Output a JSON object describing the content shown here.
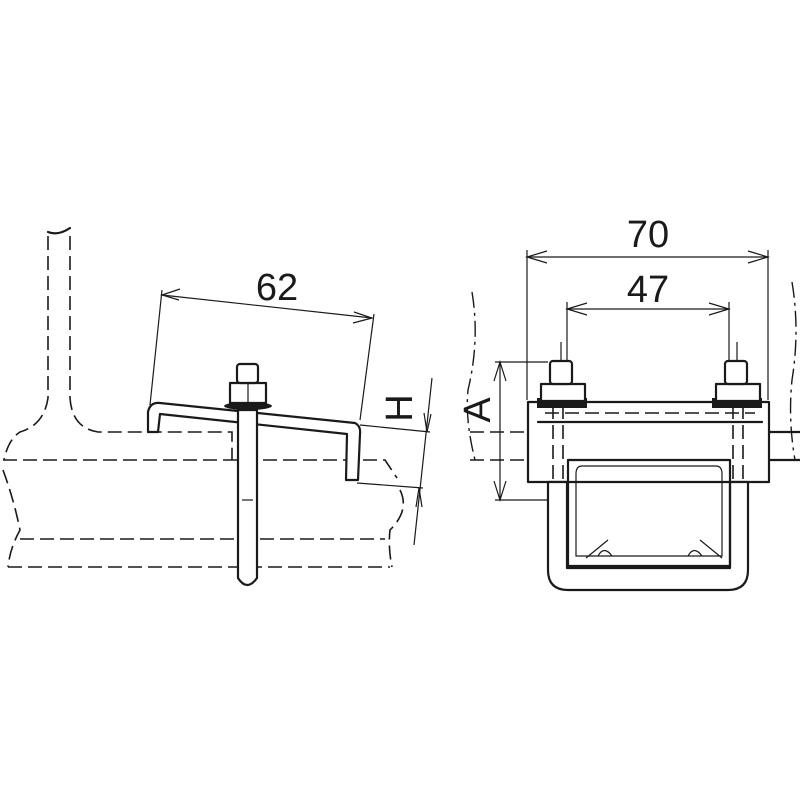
{
  "drawing": {
    "side_view": {
      "length_label": "62",
      "height_label": "H"
    },
    "front_view": {
      "outer_width_label": "70",
      "bolt_spacing_label": "47",
      "height_label": "A"
    }
  }
}
